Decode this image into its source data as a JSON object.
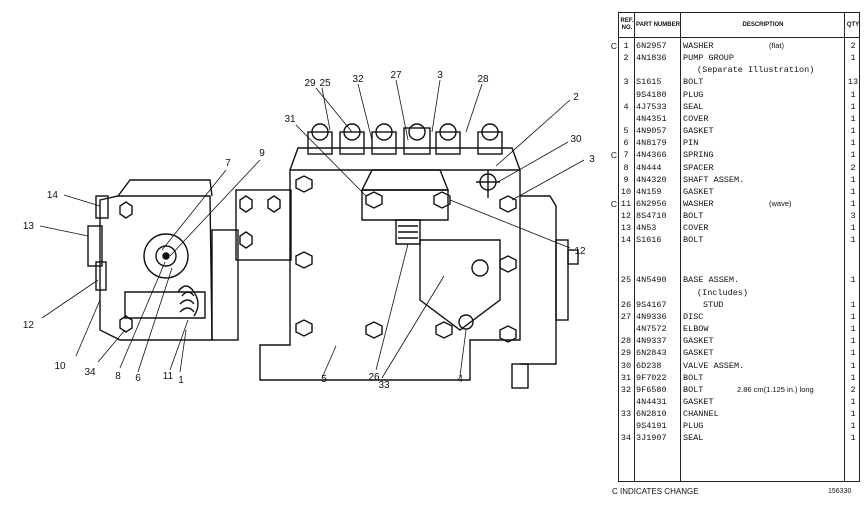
{
  "diagram": {
    "callouts": [
      "14",
      "13",
      "12",
      "10",
      "34",
      "8",
      "6",
      "11",
      "1",
      "7",
      "9",
      "31",
      "29",
      "25",
      "32",
      "27",
      "3",
      "28",
      "2",
      "30",
      "3",
      "12",
      "26",
      "33",
      "5",
      "4"
    ]
  },
  "table": {
    "headers": {
      "ref": "REF. NO.",
      "part": "PART NUMBER",
      "desc": "DESCRIPTION",
      "qty": "QTY"
    },
    "rows": [
      {
        "mark": "C",
        "ref": "1",
        "part": "6N2957",
        "desc": "WASHER",
        "note": "(flat)",
        "qty": "2"
      },
      {
        "mark": "",
        "ref": "2",
        "part": "4N1836",
        "desc": "PUMP GROUP",
        "note": "",
        "qty": "1"
      },
      {
        "mark": "",
        "ref": "",
        "part": "",
        "desc": "(Separate Illustration)",
        "note": "",
        "qty": ""
      },
      {
        "mark": "",
        "ref": "3",
        "part": "S1615",
        "desc": "BOLT",
        "note": "",
        "qty": "13"
      },
      {
        "mark": "",
        "ref": "",
        "part": "9S4180",
        "desc": "PLUG",
        "note": "",
        "qty": "1"
      },
      {
        "mark": "",
        "ref": "4",
        "part": "4J7533",
        "desc": "SEAL",
        "note": "",
        "qty": "1"
      },
      {
        "mark": "",
        "ref": "",
        "part": "4N4351",
        "desc": "COVER",
        "note": "",
        "qty": "1"
      },
      {
        "mark": "",
        "ref": "5",
        "part": "4N9057",
        "desc": "GASKET",
        "note": "",
        "qty": "1"
      },
      {
        "mark": "",
        "ref": "6",
        "part": "4N8179",
        "desc": "PIN",
        "note": "",
        "qty": "1"
      },
      {
        "mark": "C",
        "ref": "7",
        "part": "4N4366",
        "desc": "SPRING",
        "note": "",
        "qty": "1"
      },
      {
        "mark": "",
        "ref": "8",
        "part": "4N444",
        "desc": "SPACER",
        "note": "",
        "qty": "2"
      },
      {
        "mark": "",
        "ref": "9",
        "part": "4N4320",
        "desc": "SHAFT ASSEM.",
        "note": "",
        "qty": "1"
      },
      {
        "mark": "",
        "ref": "10",
        "part": "4N159",
        "desc": "GASKET",
        "note": "",
        "qty": "1"
      },
      {
        "mark": "C",
        "ref": "11",
        "part": "6N2956",
        "desc": "WASHER",
        "note": "(wave)",
        "qty": "1"
      },
      {
        "mark": "",
        "ref": "12",
        "part": "8S4710",
        "desc": "BOLT",
        "note": "",
        "qty": "3"
      },
      {
        "mark": "",
        "ref": "13",
        "part": "4N53",
        "desc": "COVER",
        "note": "",
        "qty": "1"
      },
      {
        "mark": "",
        "ref": "14",
        "part": "S1616",
        "desc": "BOLT",
        "note": "",
        "qty": "1"
      },
      {
        "mark": "",
        "ref": "25",
        "part": "4N5490",
        "desc": "BASE ASSEM.",
        "note": "",
        "qty": "1"
      },
      {
        "mark": "",
        "ref": "",
        "part": "",
        "desc": "(Includes)",
        "note": "",
        "qty": ""
      },
      {
        "mark": "",
        "ref": "26",
        "part": "9S4167",
        "desc": "STUD",
        "note": "",
        "qty": "1"
      },
      {
        "mark": "",
        "ref": "27",
        "part": "4N9336",
        "desc": "DISC",
        "note": "",
        "qty": "1"
      },
      {
        "mark": "",
        "ref": "",
        "part": "4N7572",
        "desc": "ELBOW",
        "note": "",
        "qty": "1"
      },
      {
        "mark": "",
        "ref": "28",
        "part": "4N9337",
        "desc": "GASKET",
        "note": "",
        "qty": "1"
      },
      {
        "mark": "",
        "ref": "29",
        "part": "6N2843",
        "desc": "GASKET",
        "note": "",
        "qty": "1"
      },
      {
        "mark": "",
        "ref": "30",
        "part": "6D238",
        "desc": "VALVE ASSEM.",
        "note": "",
        "qty": "1"
      },
      {
        "mark": "",
        "ref": "31",
        "part": "9F7022",
        "desc": "BOLT",
        "note": "",
        "qty": "1"
      },
      {
        "mark": "",
        "ref": "32",
        "part": "9F6580",
        "desc": "BOLT",
        "note": "2.86 cm(1.125 in.) long",
        "qty": "2"
      },
      {
        "mark": "",
        "ref": "",
        "part": "4N4431",
        "desc": "GASKET",
        "note": "",
        "qty": "1"
      },
      {
        "mark": "",
        "ref": "33",
        "part": "6N2810",
        "desc": "CHANNEL",
        "note": "",
        "qty": "1"
      },
      {
        "mark": "",
        "ref": "",
        "part": "9S4191",
        "desc": "PLUG",
        "note": "",
        "qty": "1"
      },
      {
        "mark": "",
        "ref": "34",
        "part": "3J1907",
        "desc": "SEAL",
        "note": "",
        "qty": "1"
      }
    ],
    "footer": "C INDICATES CHANGE",
    "doc_number": "156330"
  }
}
